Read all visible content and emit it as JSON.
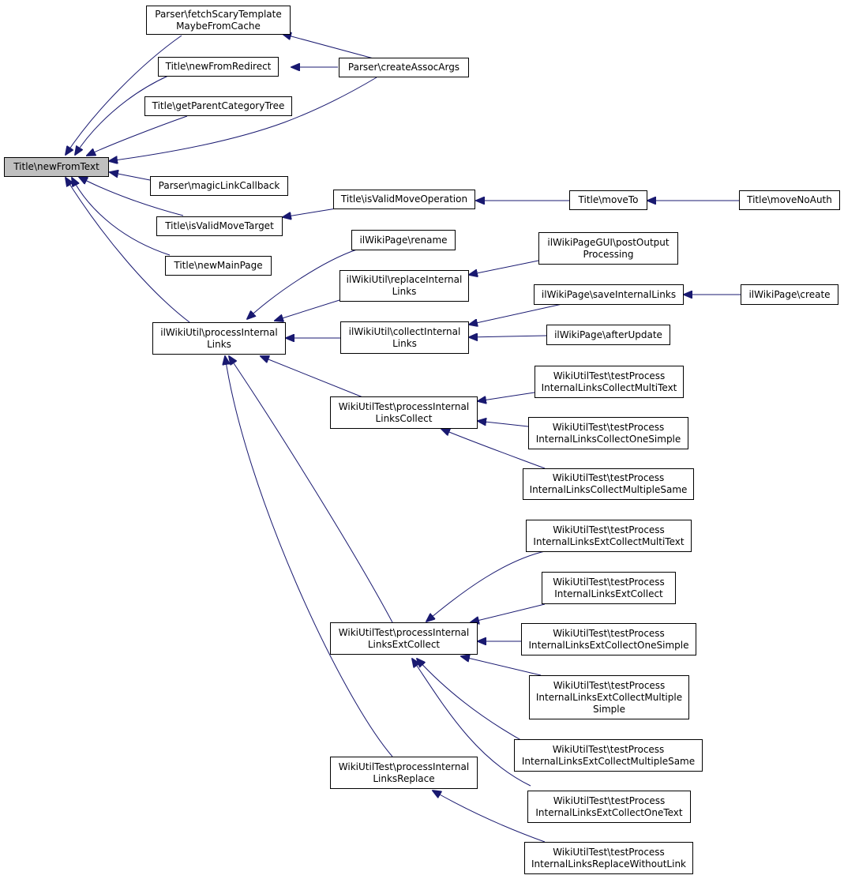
{
  "graph": {
    "edge_color": "#191970",
    "root_fill": "#bfbfbf",
    "nodes": {
      "root": [
        "Title\\newFromText"
      ],
      "fetchScary": [
        "Parser\\fetchScaryTemplate",
        "MaybeFromCache"
      ],
      "newFromRedirect": [
        "Title\\newFromRedirect"
      ],
      "getParentCat": [
        "Title\\getParentCategoryTree"
      ],
      "createAssocArgs": [
        "Parser\\createAssocArgs"
      ],
      "magicLink": [
        "Parser\\magicLinkCallback"
      ],
      "isValidMoveTarget": [
        "Title\\isValidMoveTarget"
      ],
      "isValidMoveOp": [
        "Title\\isValidMoveOperation"
      ],
      "moveTo": [
        "Title\\moveTo"
      ],
      "moveNoAuth": [
        "Title\\moveNoAuth"
      ],
      "newMainPage": [
        "Title\\newMainPage"
      ],
      "processIL": [
        "ilWikiUtil\\processInternal",
        "Links"
      ],
      "rename": [
        "ilWikiPage\\rename"
      ],
      "replaceIL": [
        "ilWikiUtil\\replaceInternal",
        "Links"
      ],
      "postOutput": [
        "ilWikiPageGUI\\postOutput",
        "Processing"
      ],
      "collectIL": [
        "ilWikiUtil\\collectInternal",
        "Links"
      ],
      "saveIL": [
        "ilWikiPage\\saveInternalLinks"
      ],
      "create": [
        "ilWikiPage\\create"
      ],
      "afterUpdate": [
        "ilWikiPage\\afterUpdate"
      ],
      "pilCollect": [
        "WikiUtilTest\\processInternal",
        "LinksCollect"
      ],
      "tCollectMultiText": [
        "WikiUtilTest\\testProcess",
        "InternalLinksCollectMultiText"
      ],
      "tCollectOneSimple": [
        "WikiUtilTest\\testProcess",
        "InternalLinksCollectOneSimple"
      ],
      "tCollectMultipleSame": [
        "WikiUtilTest\\testProcess",
        "InternalLinksCollectMultipleSame"
      ],
      "tExtMultiText": [
        "WikiUtilTest\\testProcess",
        "InternalLinksExtCollectMultiText"
      ],
      "tExtCollect": [
        "WikiUtilTest\\testProcess",
        "InternalLinksExtCollect"
      ],
      "pilExtCollect": [
        "WikiUtilTest\\processInternal",
        "LinksExtCollect"
      ],
      "tExtOneSimple": [
        "WikiUtilTest\\testProcess",
        "InternalLinksExtCollectOneSimple"
      ],
      "tExtMultipleSimple": [
        "WikiUtilTest\\testProcess",
        "InternalLinksExtCollectMultiple",
        "Simple"
      ],
      "tExtMultipleSame": [
        "WikiUtilTest\\testProcess",
        "InternalLinksExtCollectMultipleSame"
      ],
      "tExtOneText": [
        "WikiUtilTest\\testProcess",
        "InternalLinksExtCollectOneText"
      ],
      "pilReplace": [
        "WikiUtilTest\\processInternal",
        "LinksReplace"
      ],
      "tReplaceWithout": [
        "WikiUtilTest\\testProcess",
        "InternalLinksReplaceWithoutLink"
      ]
    }
  }
}
